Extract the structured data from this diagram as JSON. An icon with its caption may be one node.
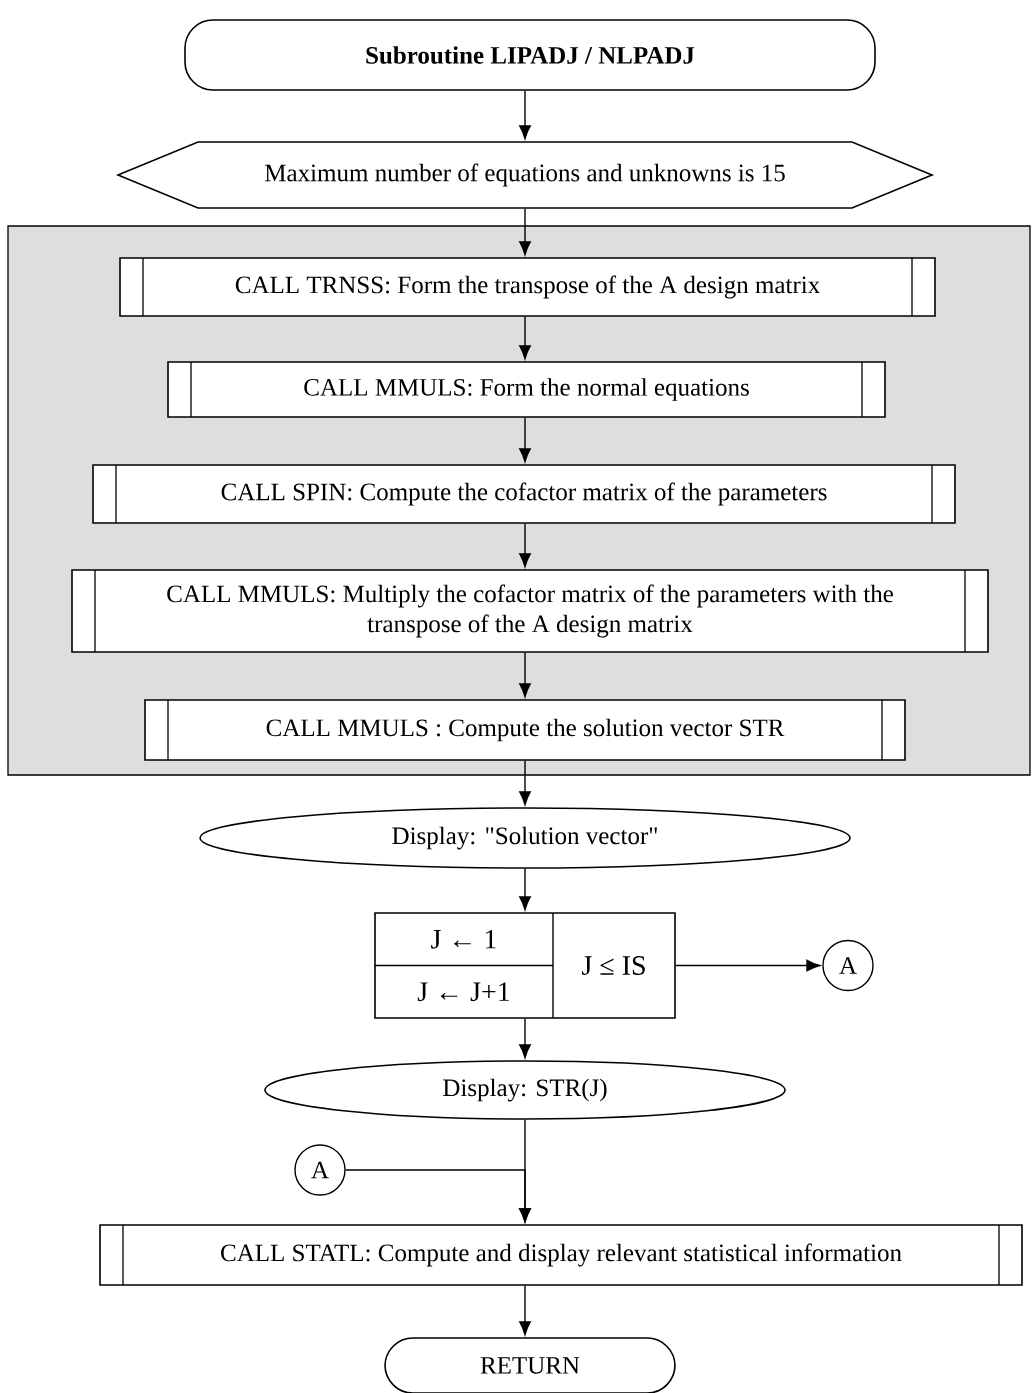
{
  "diagram": {
    "nodes": [
      {
        "text": [
          "**Subroutine LIPADJ / NLPADJ**"
        ]
      },
      {
        "text": [
          "Maximum number of equations and unknowns is 15"
        ]
      },
      {
        "text": [],
        "shape": "box"
      },
      {
        "text": [
          "CALL TRNSS: Form the transpose of the A design matrix"
        ],
        "in": 2
      },
      {
        "text": [
          "CALL MMULS: Form the normal equations"
        ],
        "in": 2
      },
      {
        "text": [
          "CALL SPIN: Compute the cofactor matrix of the parameters"
        ],
        "in": 2
      },
      {
        "text": [
          "CALL MMULS: Multiply the cofactor matrix of the parameters with the transpose of the A design matrix"
        ],
        "in": 2
      },
      {
        "text": [
          "CALL MMULS : Compute the solution vector STR"
        ],
        "in": 2
      },
      {
        "text": [
          "Display: \"Solution vector\""
        ]
      },
      {
        "text": [
          "J ← 1",
          "J ← J+1",
          "J ≤ IS"
        ]
      },
      {
        "text": [
          "A"
        ]
      },
      {
        "text": [
          "Display: STR(J)"
        ]
      },
      {
        "text": [
          "A"
        ]
      },
      {
        "text": [
          "CALL STATL: Compute and display relevant statistical information"
        ]
      },
      {
        "text": [
          "RETURN"
        ]
      }
    ],
    "edges": [
      {
        "from": 0,
        "to": 1,
        "arrow": "to"
      },
      {
        "from": 1,
        "to": 3,
        "arrow": "to"
      },
      {
        "from": 3,
        "to": 4,
        "arrow": "to"
      },
      {
        "from": 4,
        "to": 5,
        "arrow": "to"
      },
      {
        "from": 5,
        "to": 6,
        "arrow": "to"
      },
      {
        "from": 6,
        "to": 7,
        "arrow": "to"
      },
      {
        "from": 7,
        "to": 8,
        "arrow": "to"
      },
      {
        "from": 8,
        "to": 9,
        "arrow": "to"
      },
      {
        "from": 9,
        "to": 10,
        "arrow": "to"
      },
      {
        "from": 9,
        "to": 11,
        "arrow": "to"
      },
      {
        "from": 11,
        "to": 13,
        "arrow": "to"
      },
      {
        "from": 12,
        "to": 13,
        "arrow": "to"
      },
      {
        "from": 13,
        "to": 14,
        "arrow": "to"
      }
    ]
  }
}
